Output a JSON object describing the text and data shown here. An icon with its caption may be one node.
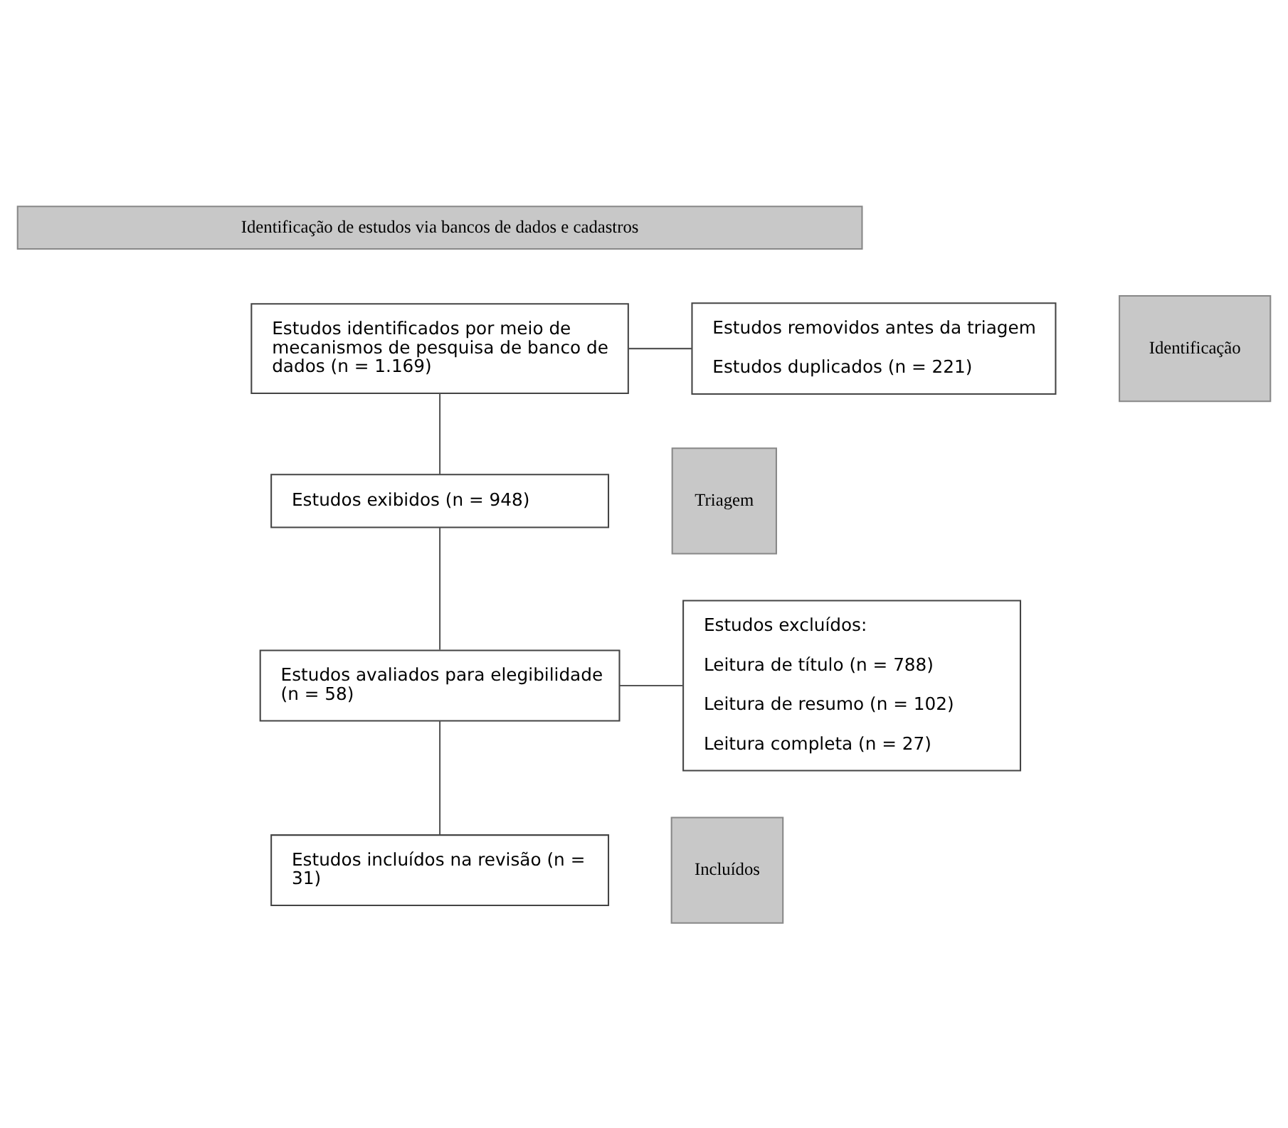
{
  "diagram": {
    "nodes": [
      {
        "text": [
          "Identificação de estudos via bancos de dados e cadastros"
        ]
      },
      {
        "text": [
          "Identificação"
        ]
      },
      {
        "text": [
          "Triagem"
        ]
      },
      {
        "text": [
          "Incluídos"
        ]
      },
      {
        "text": [
          "Estudos identificados por meio de mecanismos de pesquisa de banco de dados (n = 1.169)"
        ]
      },
      {
        "text": [
          "Estudos removidos antes da triagem",
          "Estudos duplicados (n = 221)"
        ]
      },
      {
        "text": [
          "Estudos exibidos (n = 948)"
        ]
      },
      {
        "text": [
          "Estudos avaliados para elegibilidade (n = 58)"
        ]
      },
      {
        "text": [
          "Estudos excluídos:",
          "Leitura de título (n = 788)",
          "Leitura de resumo (n = 102)",
          "Leitura completa (n = 27)"
        ]
      },
      {
        "text": [
          "Estudos incluídos na revisão (n = 31)"
        ]
      }
    ],
    "edges": [
      {
        "from": 4,
        "to": 5,
        "arrow": "none"
      },
      {
        "from": 4,
        "to": 6,
        "arrow": "none"
      },
      {
        "from": 6,
        "to": 7,
        "arrow": "none"
      },
      {
        "from": 7,
        "to": 8,
        "arrow": "none"
      },
      {
        "from": 7,
        "to": 9,
        "arrow": "none"
      }
    ]
  }
}
